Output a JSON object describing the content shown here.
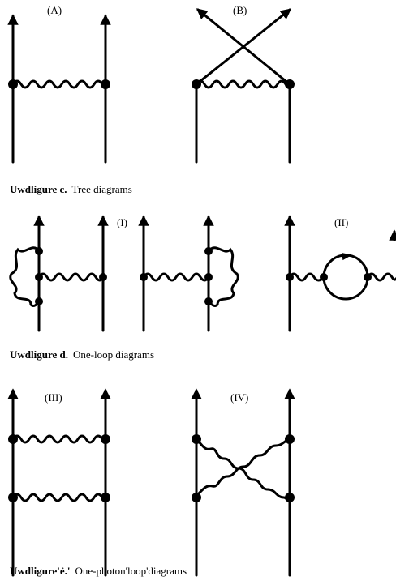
{
  "diagram_labels": {
    "A": "(A)",
    "B": "(B)",
    "I": "(I)",
    "II": "(II)",
    "III": "(III)",
    "IV": "(IV)"
  },
  "captions": {
    "c": {
      "label": "Uwdligure c.",
      "text": "Tree diagrams"
    },
    "d": {
      "label": "Uwdligure d.",
      "text": "One-loop diagrams"
    },
    "e": {
      "label": "Uwdligure'ẻ.'",
      "text": "One-photon'loop'diagrams"
    }
  }
}
